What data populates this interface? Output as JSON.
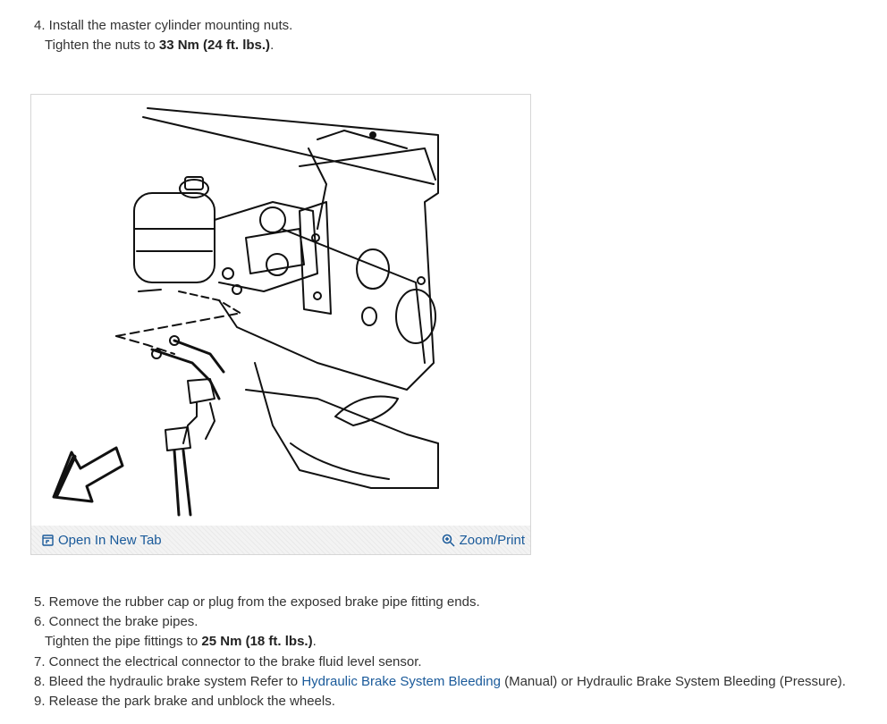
{
  "step4": {
    "line1": "4. Install the master cylinder mounting nuts.",
    "line2_prefix": "Tighten the nuts to ",
    "torque": "33 Nm (24 ft. lbs.)",
    "line2_suffix": "."
  },
  "figure": {
    "open_tab_label": "Open In New Tab",
    "zoom_label": "Zoom/Print"
  },
  "step5": {
    "text": "5. Remove the rubber cap or plug from the exposed brake pipe fitting ends."
  },
  "step6": {
    "line1": "6. Connect the brake pipes.",
    "line2_prefix": "Tighten the pipe fittings to ",
    "torque": "25 Nm (18 ft. lbs.)",
    "line2_suffix": "."
  },
  "step7": {
    "text": "7. Connect the electrical connector to the brake fluid level sensor."
  },
  "step8": {
    "prefix": "8. Bleed the hydraulic brake system Refer to ",
    "link": "Hydraulic Brake System Bleeding",
    "suffix": " (Manual) or Hydraulic Brake System Bleeding (Pressure)."
  },
  "step9": {
    "text": "9. Release the park brake and unblock the wheels."
  },
  "colors": {
    "link": "#1a5a9a",
    "text": "#333333"
  }
}
